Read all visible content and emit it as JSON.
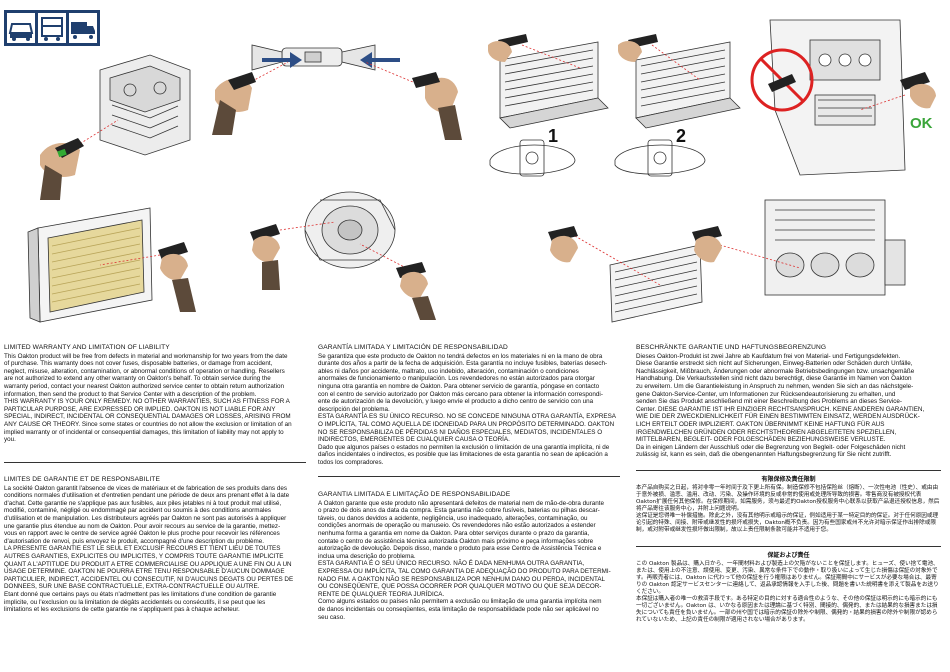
{
  "illustration": {
    "ok_label": "OK",
    "step_one": "1",
    "step_two": "2"
  },
  "sections": {
    "english": {
      "title": "LIMITED WARRANTY AND LIMITATION OF LIABILITY",
      "body": "This Oakton product will be free from defects in material and workmanship for two years from the date\nof purchase. This warranty does not cover fuses, disposable batteries, or damage from accident,\nneglect, misuse, alteration, contamination, or abnormal conditions of operation or handling. Resellers\nare not authorized to extend any other warranty on Oakton's behalf. To obtain service during the\nwarranty period, contact your nearest Oakton authorized service center to obtain return authorization\ninformation, then send the product to that Service Center with a description of the problem.\nTHIS WARRANTY IS YOUR ONLY REMEDY. NO OTHER WARRANTIES, SUCH AS FITNESS FOR A\nPARTICULAR PURPOSE, ARE EXPRESSED OR IMPLIED. OAKTON IS NOT LIABLE FOR ANY\nSPECIAL, INDIRECT, INCIDENTAL OR CONSEQUENTIAL DAMAGES OR LOSSES, ARISING FROM\nANY CAUSE OR THEORY. Since some states or countries do not allow the exclusion or limitation of an\nimplied warranty or of incidental or consequential damages, this limitation of liability may not apply to\nyou."
    },
    "french": {
      "title": "LIMITES DE GARANTIE ET DE RESPONSABILITE",
      "body": "La société Oakton garantit l'absence de vices de matériaux et de fabrication de ses produits dans des\nconditions normales d'utilisation et d'entretien pendant une période de deux ans prenant effet à la date\nd'achat. Cette garantie ne s'applique pas aux fusibles, aux piles jetables ni à tout produit mal utilisé,\nmodifié, contaminé, négligé ou endommagé par accident ou soumis à des conditions anormales\nd'utilisation et de manipulation. Les distributeurs agréés par Oakton ne sont pas autorisés à appliquer\nune garantie plus étendue au nom de Oakton. Pour avoir recours au service de la garantie, mettez-\nvous en rapport avec le centre de service agréé Oakton le plus proche pour recevoir les références\nd'autorisation de renvoi, puis envoyez le produit, accompagné d'une description du problème.\nLA PRESENTE GARANTIE EST LE SEUL ET EXCLUSIF RECOURS ET TIENT LIEU DE TOUTES\nAUTRES GARANTIES, EXPLICITES OU IMPLICITES, Y COMPRIS TOUTE GARANTIE IMPLICITE\nQUANT A L'APTITUDE DU PRODUIT A ETRE COMMERCIALISE OU APPLIQUE A UNE FIN OU A UN\nUSAGE DETERMINE. OAKTON NE POURRA ETRE TENU RESPONSABLE D'AUCUN DOMMAGE\nPARTICULIER, INDIRECT, ACCIDENTEL OU CONSECUTIF, NI D'AUCUNS DEGATS OU PERTES DE\nDONNEES, SUR UNE BASE CONTRACTUELLE, EXTRA-CONTRACTUELLE OU AUTRE.\nEtant donné que certains pays ou états n'admettent pas les limitations d'une condition de garantie\nimplicite, ou l'exclusion ou la limitation de dégâts accidentels ou consécutifs, il se peut que les\nlimitations et les exclusions de cette garantie ne s'appliquent pas à chaque acheteur."
    },
    "spanish": {
      "title": "GARANTÍA LIMITADA Y LIMITACIÓN DE RESPONSABILIDAD",
      "body": "Se garantiza que este producto de Oakton no tendrá defectos en los materiales ni en la mano de obra\ndurante dos años a partir de la fecha de adquisición. Esta garantía no incluye fusibles, baterías desech-\nables ni daños por accidente, maltrato, uso indebido, alteración, contaminación o condiciones\nanormales de funcionamiento o manipulación. Los revendedores no están autorizados para otorgar\nninguna otra garantía en nombre de Oakton. Para obtener servicio de garantía, póngase en contacto\ncon el centro de servicio autorizado por Oakton más cercano para obtener la información correspondi-\nente de autorización de la devolución, y luego envíe el producto a dicho centro de servicio con una\ndescripción del problema.\nESTA GARANTÍA ES SU ÚNICO RECURSO. NO SE CONCEDE NINGUNA OTRA GARANTÍA, EXPRESA\nO IMPLÍCITA, TAL COMO AQUELLA DE IDONEIDAD PARA UN PROPÓSITO DETERMINADO. OAKTON\nNO SE RESPONSABILIZA DE PÉRDIDAS NI DAÑOS ESPECIALES, MEDIATOS, INCIDENTALES O\nINDIRECTOS, EMERGENTES DE CUALQUIER  CAUSA O TEORÍA.\nDado que algunos países o estados no permiten la exclusión o limitación de una garantía implícita, ni de\ndaños incidentales o indirectos, es posible que las limitaciones de esta garantía no sean de aplicación a\ntodos los compradores."
    },
    "portuguese": {
      "title": "GARANTIA LIMITADA E LIMITAÇÃO DE RESPONSABILIDADE",
      "body": "A Oakton garante que este produto não apresentará defeitos de material nem de mão-de-obra durante\no prazo de dois anos da data da compra. Esta garantia não cobre fusíveis, baterias ou pilhas descar-\ntáveis, ou danos devidos a acidente, negligência, uso inadequado, alterações, contaminação, ou\ncondições anormais de operação ou manuseio. Os revendedores não estão autorizados a estender\nnenhuma forma a garantia em nome da Oakton. Para obter serviços durante o prazo da garantia,\ncontate o centro de assistência técnica autorizada Oakton mais próximo e peça informações sobre\nautorização de devolução. Depois disso, mande o produto para esse Centro de Assistência Técnica e\ninclua uma descrição do problema.\nESTA GARANTIA É O SEU ÚNICO RECURSO. NÃO É DADA NENHUMA OUTRA GARANTIA,\nEXPRESSA OU IMPLÍCITA, TAL COMO GARANTIA DE ADEQUAÇÃO DO PRODUTO PARA DETERMI-\nNADO FIM. A OAKTON NÃO SE RESPONSABILIZA POR NENHUM DANO OU PERDA, INCIDENTAL\nOU CONSEQÜENTE, QUE POSSA OCORRER POR QUALQUER MOTIVO OU QUE SEJA DECOR-\nRENTE DE QUALQUER TEORIA JURÍDICA.\nComo alguns estados ou países não permitem a exclusão ou limitação de uma garantia implícita nem\nde danos incidentais ou conseqüentes, esta limitação de responsabilidade pode não ser aplicável no\nseu caso."
    },
    "german": {
      "title": "BESCHRÄNKTE GARANTIE UND HAFTUNGSBEGRENZUNG",
      "body": "Dieses Oakton-Produkt ist zwei Jahre ab Kaufdatum frei von Material- und Fertigungsdefekten.\nDiese Garantie erstreckt sich nicht auf Sicherungen, Einweg-Batterien oder Schäden durch Unfälle,\nNachlässigkeit, Mißbrauch, Änderungen oder abnormale Betriebsbedingungen bzw. unsachgemäße\nHandhabung. Die Verkaufsstellen sind nicht dazu berechtigt, diese Garantie im Namen von Oakton\nzu erweitern. Um die Garantieleistung in Anspruch zu nehmen, wenden Sie sich an das nächstgele-\ngene Oakton-Service-Center, um Informationen zur Rücksendeautorisierung zu erhalten, und\nsenden Sie das Produkt anschließend mit einer Beschreibung des Problems an dieses Service-\nCenter. DIESE GARANTIE IST IHR EINZIGER RECHTSANSPRUCH. KEINE ANDEREN GARANTIEN,\nWIE DIE DER ZWECKDIENLICHKEIT FÜR EINEN BESTIMMTEN EINSATZ, WERDEN AUSDRÜCK-\nLICH ERTEILT ODER IMPLIZIERT. OAKTON ÜBERNIMMT KEINE HAFTUNG FÜR AUS\nIRGENDWELCHEN GRÜNDEN ODER RECHTSTHEORIEN ABGELEITETEN SPEZIELLEN,\nMITTELBAREN, BEGLEIT- ODER FOLGESCHÄDEN BEZIEHUNGSWEISE VERLUSTE.\nDa in einigen Ländern der Ausschluß oder die Begrenzung von Begleit- oder Folgeschäden nicht\nzulässig ist, kann es sein, daß die obengenannten Haftungsbegrenzung für Sie nicht zutrifft."
    },
    "chinese": {
      "title": "有限保修及責任限制",
      "body": "本产品自购买之日起，将对非零一年时间于及下更上所有保。制造保修不包括保险丝（熔断）、一次性电池（性史）、或由由于意外被损、滥悲、滥用、改动、污染、及操作环境的反或非常的使用或处理所导致的损害。零售商没有被授权代表Oakton扩展任何其他保修。在保修期间，如需服务，须与最近的Oakton授权服务中心联系以获取产品退还授权信息，然后将产品寄往该服务中心，并附上问题说明。\n这保证是您得唯一补偿措施。除此之外，没有其他明示或暗示的保证，例如适用于某一特定目的的保证。对于任何原因或理论引起的特殊、间接、附带或继发性的损坏或损失，Oakton概不负责。因为有些国家或州不允许对暗示保证作出排除或限制，或对附带或继发性损坏做出限制，故以上责任限制条款可能并不适用于您。"
    },
    "japanese": {
      "title": "保証および責任",
      "body": "この Oakton 製品は、購入日から、一年間材料および製造上の欠陥がないことを保証します。ヒューズ、使い捨て電池、または、使用上の不注意、誤使用、変更、汚染、異常な条件下での動作・取り扱いによって生じた損傷は保証の対象外です。再販売者には、Oakton に代わって他の保証を行う権限はありません。保証期間中にサービスが必要な場合は、最寄りの Oakton 認定サービスセンターに連絡して、返品承認情報を入手した後、問題を書いた説明書を添えて製品をお送りください。\n本保証は購入者の唯一の救済手段です。ある特定の目的に対する適合性のような、その他の保証は明示的にも暗示的にも一切ございません。Oakton は、いかなる原因または理論に基づく特別、間接的、偶発的、または結果的な損害または損失についても責任を負いません。一部の州や国では暗示的保証の除外や制限、偶発的・結果的損害の除外や制限が認められていないため、上記の責任の制限が適用されない場合があります。"
    }
  }
}
